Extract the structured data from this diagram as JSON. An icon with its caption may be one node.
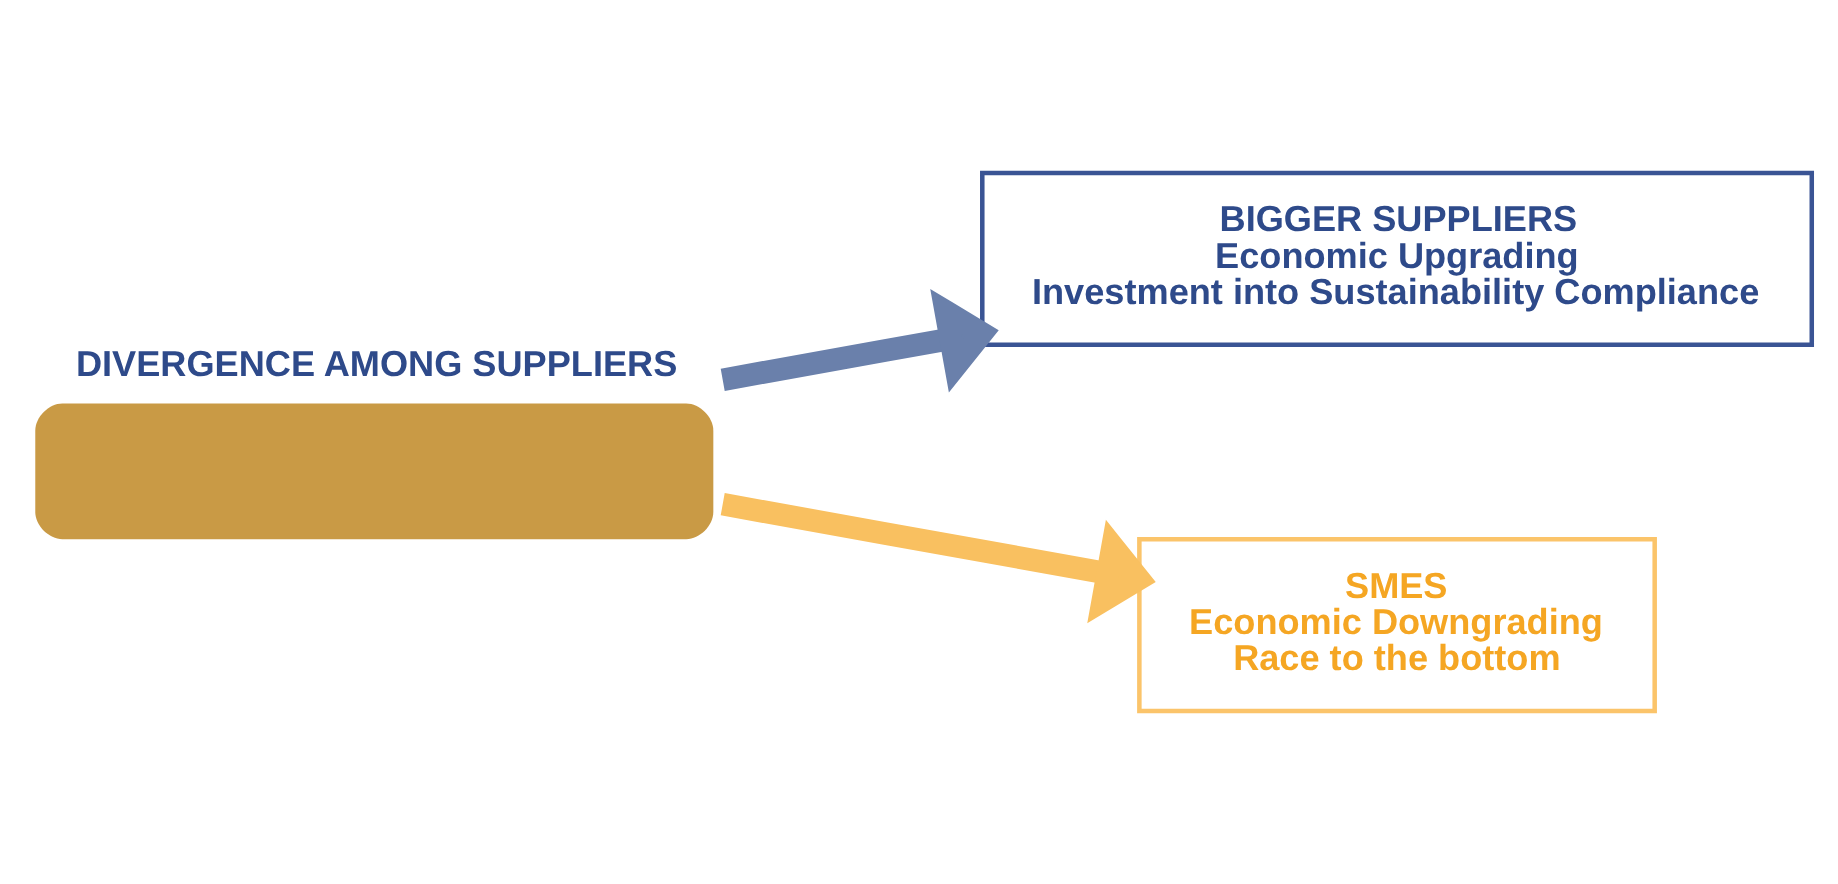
{
  "diagram": {
    "nodes": [
      {
        "text": [],
        "shape": "bar",
        "beside": [
          "DIVERGENCE AMONG SUPPLIERS"
        ]
      },
      {
        "text": [
          "BIGGER SUPPLIERS",
          "Economic Upgrading",
          "Investment into Sustainability Compliance"
        ]
      },
      {
        "text": [
          "SMES",
          "Economic Downgrading",
          "Race to the bottom"
        ]
      }
    ],
    "edges": [
      {
        "from": 0,
        "to": 1,
        "arrow": "to",
        "color": "#6a80ab"
      },
      {
        "from": 0,
        "to": 2,
        "arrow": "to",
        "color": "#f9c060"
      }
    ]
  }
}
